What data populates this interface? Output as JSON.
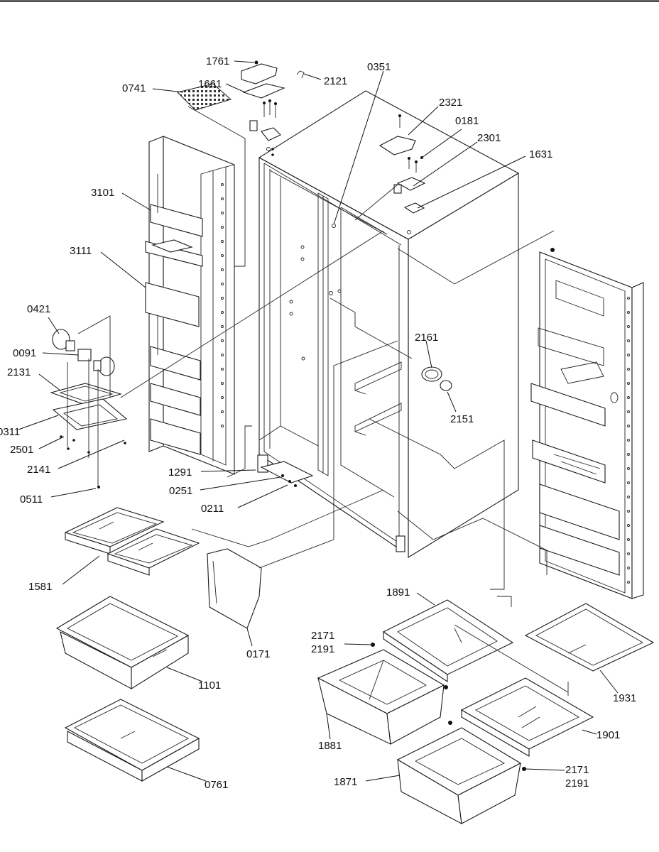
{
  "labels": {
    "p1761": "1761",
    "p1661": "1661",
    "p2121": "2121",
    "p0741": "0741",
    "p0351": "0351",
    "p2321": "2321",
    "p0181": "0181",
    "p2301": "2301",
    "p1631": "1631",
    "p3101": "3101",
    "p3111": "3111",
    "p0421": "0421",
    "p0091": "0091",
    "p2131": "2131",
    "p0311": "0311",
    "p2501": "2501",
    "p2141": "2141",
    "p0511": "0511",
    "p1291": "1291",
    "p0251": "0251",
    "p0211": "0211",
    "p2161": "2161",
    "p2151": "2151",
    "p1581": "1581",
    "p1101": "1101",
    "p0761": "0761",
    "p0171": "0171",
    "p1891": "1891",
    "p2171a": "2171",
    "p2191a": "2191",
    "p1931": "1931",
    "p1881": "1881",
    "p1901": "1901",
    "p1871": "1871",
    "p2171b": "2171",
    "p2191b": "2191"
  },
  "colors": {
    "line": "#1a1a1a",
    "background": "#ffffff"
  }
}
